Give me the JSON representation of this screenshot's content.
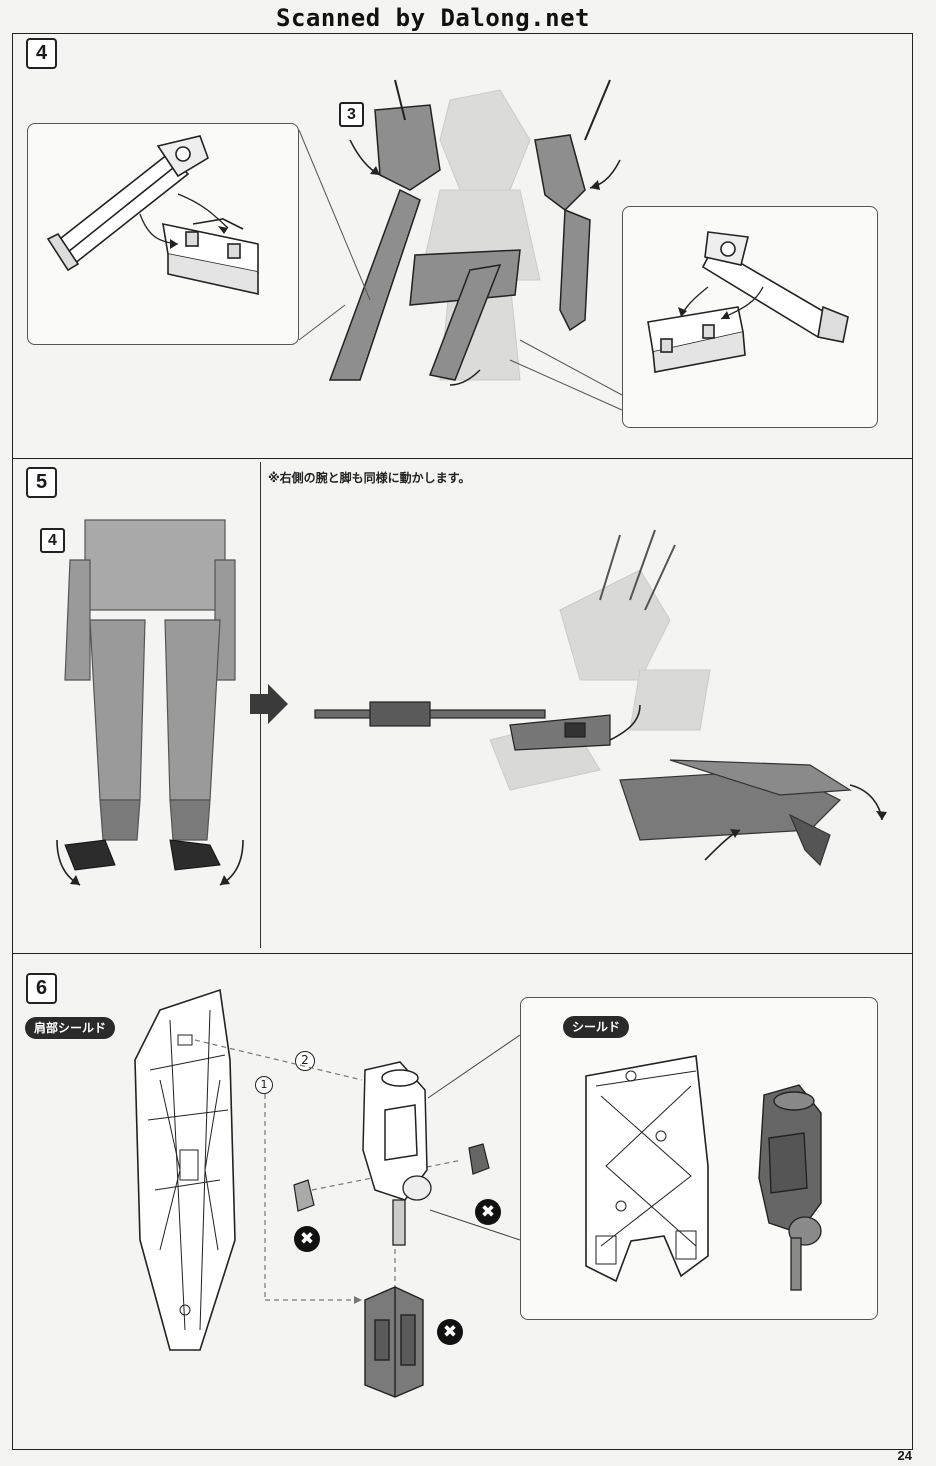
{
  "watermark": "Scanned by Dalong.net",
  "page_number": "24",
  "steps": {
    "s4": {
      "number": "4",
      "sub_step": "3"
    },
    "s5": {
      "number": "5",
      "sub_step": "4",
      "note": "※右側の腕と脚も同様に動かします。"
    },
    "s6": {
      "number": "6",
      "tag_left": "肩部シールド",
      "tag_right": "シールド",
      "order_1": "1",
      "order_2": "2",
      "prohibit": "✖"
    }
  },
  "colors": {
    "line": "#222222",
    "part_gray": "#8a8a8a",
    "ghost_gray": "#c8c8c8",
    "dark": "#3a3a3a"
  }
}
